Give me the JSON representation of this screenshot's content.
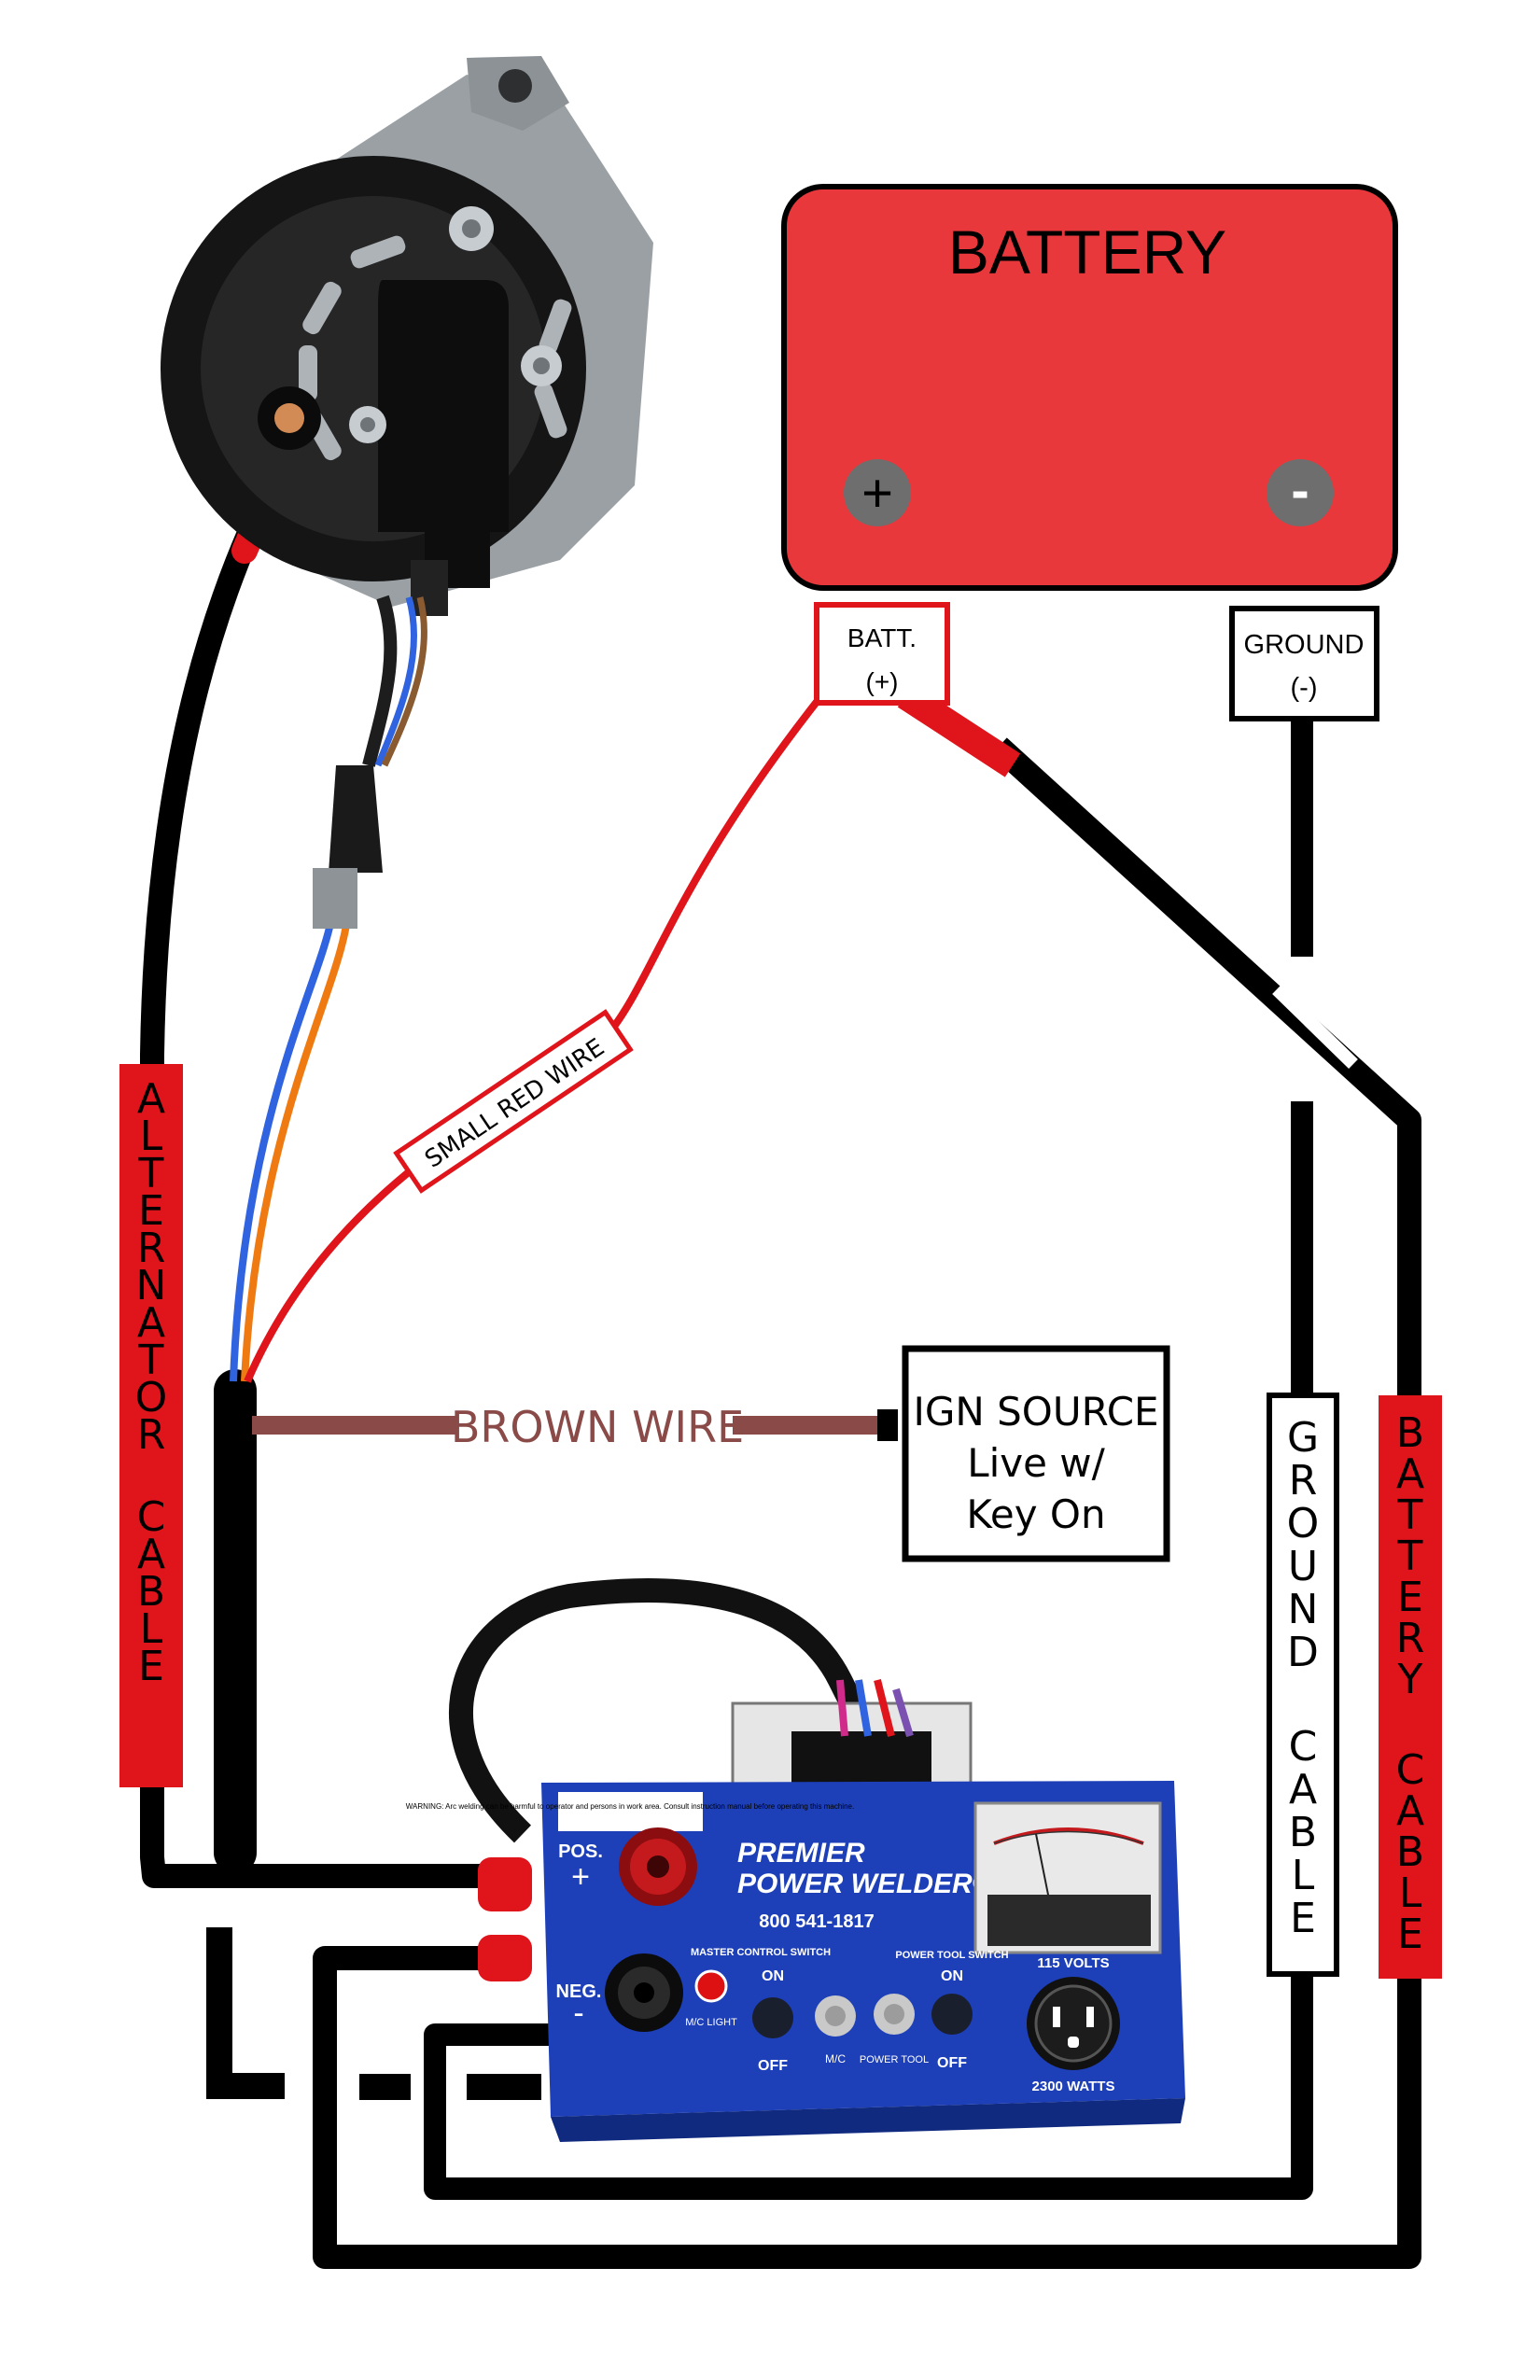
{
  "battery": {
    "title": "BATTERY",
    "plus": "+",
    "minus": "-"
  },
  "labels": {
    "batt_pos_line1": "BATT.",
    "batt_pos_line2": "(+)",
    "ground_line1": "GROUND",
    "ground_line2": "(-)",
    "small_red_wire": "SMALL RED WIRE",
    "brown_wire": "BROWN WIRE",
    "ign_line1": "IGN SOURCE",
    "ign_line2": "Live w/",
    "ign_line3": "Key On"
  },
  "cables": {
    "alternator_cable": "ALTERNATOR CABLE",
    "ground_cable": "GROUND CABLE",
    "battery_cable": "BATTERY CABLE"
  },
  "welder": {
    "warning": "WARNING: Arc welding can be harmful to operator and persons in work area. Consult instruction manual before operating this machine.",
    "pos_label": "POS.",
    "pos_sign": "+",
    "neg_label": "NEG.",
    "neg_sign": "-",
    "brand_line1": "PREMIER",
    "brand_line2": "POWER WELDER®",
    "phone": "800 541-1817",
    "master_switch": "MASTER CONTROL SWITCH",
    "mc_light": "M/C LIGHT",
    "on": "ON",
    "off": "OFF",
    "mc": "M/C",
    "power_tool": "POWER TOOL",
    "power_tool_switch": "POWER TOOL SWITCH",
    "volts": "115 VOLTS",
    "watts": "2300 WATTS"
  },
  "colors": {
    "battery_red": "#e8383b",
    "wire_red": "#e0141b",
    "cable_black": "#000000",
    "brown": "#8a4a48",
    "welder_blue": "#1d3fb8",
    "blue_wire": "#2f63e0",
    "orange_wire": "#f07a12"
  }
}
